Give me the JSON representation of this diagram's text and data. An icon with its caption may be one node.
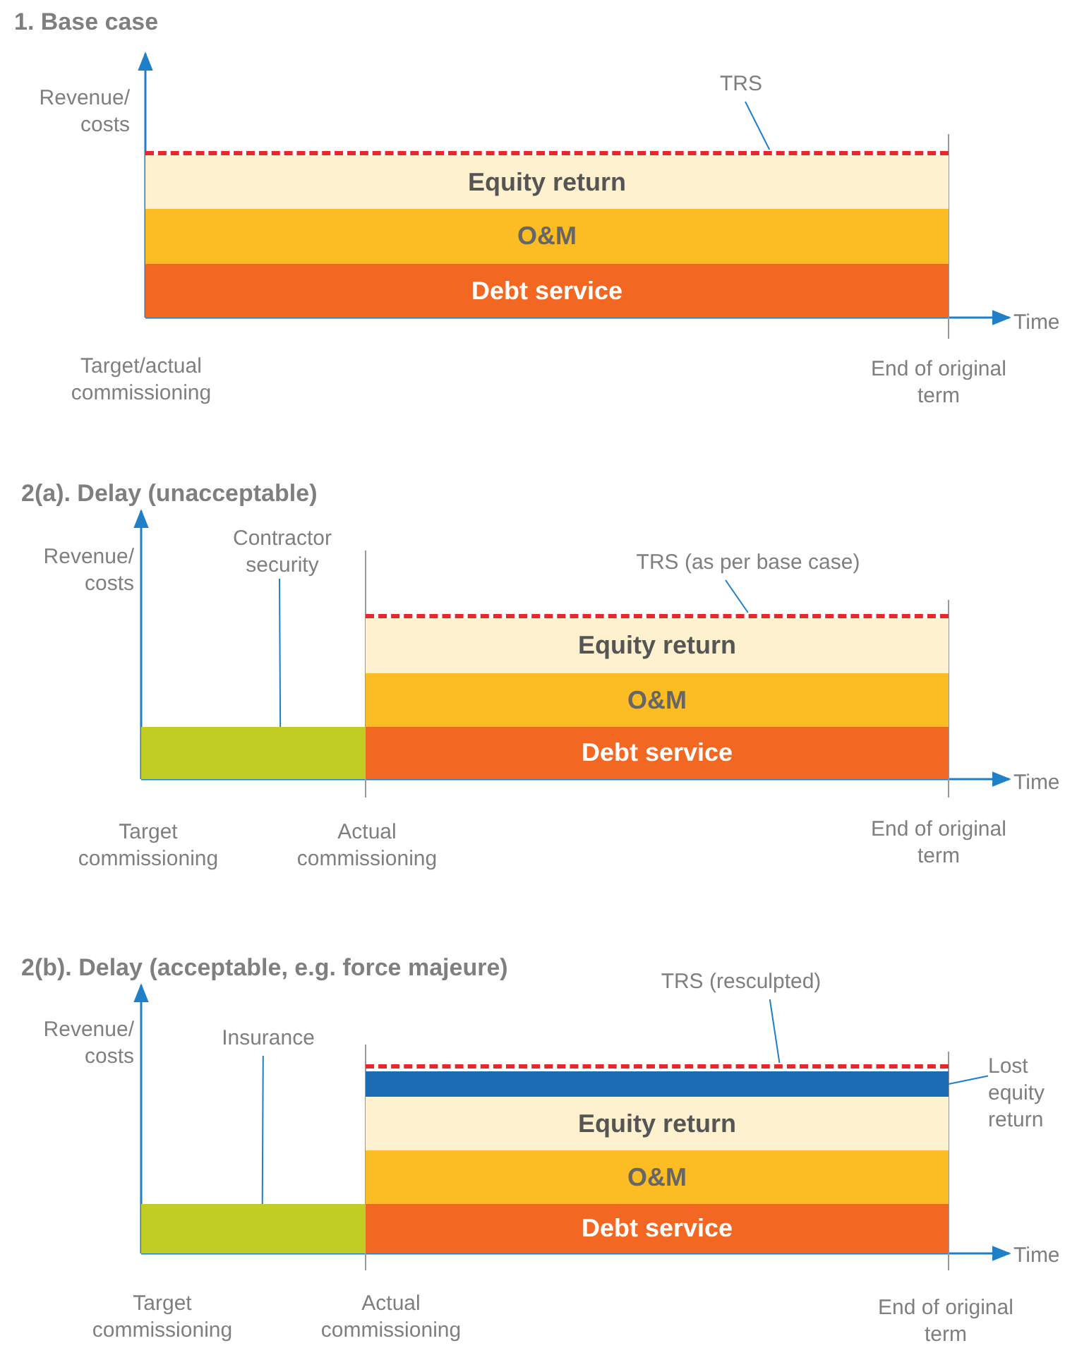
{
  "diagram": {
    "nodes": [
      {
        "text": [
          "TRS"
        ]
      },
      {
        "text": [],
        "shape": "line"
      },
      {
        "text": [
          "Equity return"
        ]
      },
      {
        "text": [
          "O&M"
        ]
      },
      {
        "text": [
          "Debt service"
        ]
      },
      {
        "text": [
          "Contractor security"
        ]
      },
      {
        "text": [
          "TRS (as per base case)"
        ]
      },
      {
        "text": [],
        "shape": "line"
      },
      {
        "text": [
          "Equity return"
        ]
      },
      {
        "text": [
          "O&M"
        ]
      },
      {
        "text": [],
        "shape": "bar"
      },
      {
        "text": [
          "Debt service"
        ]
      },
      {
        "text": [
          "TRS (resculpted)"
        ]
      },
      {
        "text": [
          "Insurance"
        ]
      },
      {
        "text": [],
        "shape": "line"
      },
      {
        "text": [],
        "shape": "bar"
      },
      {
        "text": [
          "Lost equity return"
        ]
      },
      {
        "text": [
          "Equity return"
        ]
      },
      {
        "text": [
          "O&M"
        ]
      },
      {
        "text": [],
        "shape": "bar"
      },
      {
        "text": [
          "Debt service"
        ]
      }
    ],
    "edges": [
      {
        "from": 0,
        "to": 1,
        "arrow": "none"
      },
      {
        "from": 5,
        "to": 10,
        "arrow": "none"
      },
      {
        "from": 6,
        "to": 7,
        "arrow": "none"
      },
      {
        "from": 12,
        "to": 14,
        "arrow": "none"
      },
      {
        "from": 13,
        "to": 19,
        "arrow": "none"
      },
      {
        "from": 16,
        "to": 15,
        "arrow": "none"
      }
    ],
    "labels": [
      "1. Base case",
      "Revenue/ costs",
      "Time",
      "Target/actual commissioning",
      "End of original term",
      "2(a). Delay (unacceptable)",
      "Revenue/ costs",
      "Time",
      "Target commissioning",
      "Actual commissioning",
      "End of original term",
      "2(b). Delay (acceptable, e.g. force majeure)",
      "Revenue/ costs",
      "Time",
      "Target commissioning",
      "Actual commissioning",
      "End of original term"
    ]
  }
}
